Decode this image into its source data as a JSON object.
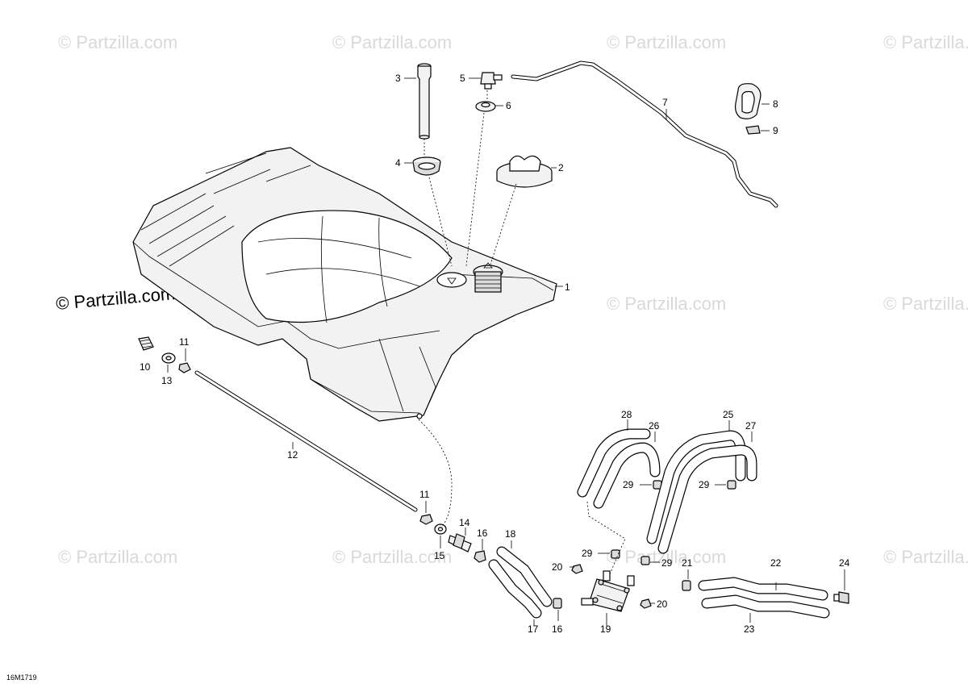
{
  "watermark": "© Partzilla.com",
  "diagram_code": "16M1719",
  "callouts": {
    "c1": "1",
    "c2": "2",
    "c3": "3",
    "c4": "4",
    "c5": "5",
    "c6": "6",
    "c7": "7",
    "c8": "8",
    "c9": "9",
    "c10": "10",
    "c11a": "11",
    "c11b": "11",
    "c12": "12",
    "c13": "13",
    "c14": "14",
    "c15": "15",
    "c16a": "16",
    "c16b": "16",
    "c17": "17",
    "c18": "18",
    "c19": "19",
    "c20a": "20",
    "c20b": "20",
    "c21": "21",
    "c22": "22",
    "c23": "23",
    "c24": "24",
    "c25": "25",
    "c26": "26",
    "c27": "27",
    "c28": "28",
    "c29a": "29",
    "c29b": "29",
    "c29c": "29",
    "c29d": "29"
  }
}
